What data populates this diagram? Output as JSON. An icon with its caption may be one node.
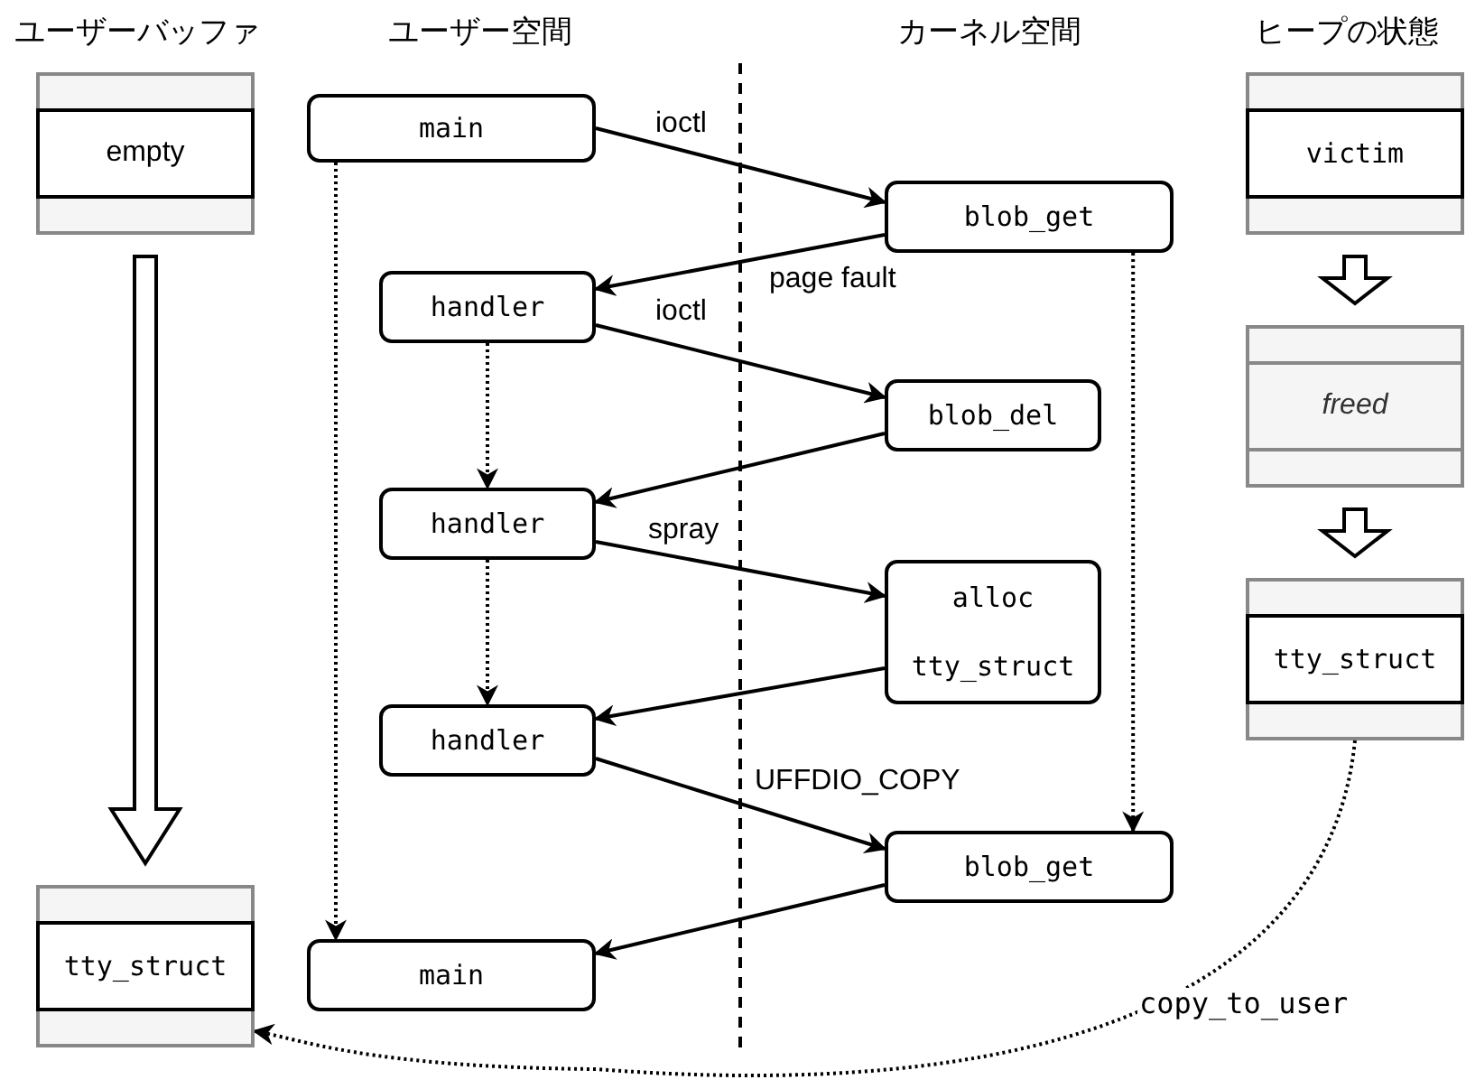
{
  "diagram": {
    "nodes": [
      {
        "text": [
          "empty"
        ]
      },
      {
        "text": [
          "main"
        ]
      },
      {
        "text": [
          "blob_get"
        ]
      },
      {
        "text": [
          "handler"
        ]
      },
      {
        "text": [
          "blob_del"
        ]
      },
      {
        "text": [
          "handler"
        ]
      },
      {
        "text": [
          "alloc",
          "tty_struct"
        ]
      },
      {
        "text": [
          "handler"
        ]
      },
      {
        "text": [
          "blob_get"
        ]
      },
      {
        "text": [
          "main"
        ]
      },
      {
        "text": [
          "tty_struct"
        ]
      },
      {
        "text": [
          "victim"
        ]
      },
      {
        "text": [
          "*freed*"
        ]
      },
      {
        "text": [
          "tty_struct"
        ]
      }
    ],
    "edges": [
      {
        "from": 1,
        "to": 2,
        "arrow": "to",
        "label": "ioctl"
      },
      {
        "from": 2,
        "to": 3,
        "arrow": "to",
        "label": "page fault"
      },
      {
        "from": 3,
        "to": 4,
        "arrow": "to",
        "label": "ioctl"
      },
      {
        "from": 4,
        "to": 5,
        "arrow": "to"
      },
      {
        "from": 5,
        "to": 6,
        "arrow": "to",
        "label": "spray"
      },
      {
        "from": 6,
        "to": 7,
        "arrow": "to"
      },
      {
        "from": 7,
        "to": 8,
        "arrow": "to",
        "label": "UFFDIO_COPY"
      },
      {
        "from": 8,
        "to": 9,
        "arrow": "to"
      },
      {
        "from": 1,
        "to": 9,
        "arrow": "to",
        "style": "dashed"
      },
      {
        "from": 3,
        "to": 5,
        "arrow": "to",
        "style": "dashed"
      },
      {
        "from": 5,
        "to": 7,
        "arrow": "to",
        "style": "dashed"
      },
      {
        "from": 2,
        "to": 8,
        "arrow": "to",
        "style": "dashed"
      },
      {
        "from": 13,
        "to": 10,
        "arrow": "to",
        "style": "dashed",
        "label": "copy_to_user"
      },
      {
        "from": 0,
        "to": 10,
        "arrow": "to",
        "style": "thick"
      },
      {
        "from": 11,
        "to": 12,
        "arrow": "to",
        "style": "thick"
      },
      {
        "from": 12,
        "to": 13,
        "arrow": "to",
        "style": "thick"
      }
    ],
    "labels": [
      "ユーザーバッファ",
      "ユーザー空間",
      "カーネル空間",
      "ヒープの状態"
    ]
  }
}
